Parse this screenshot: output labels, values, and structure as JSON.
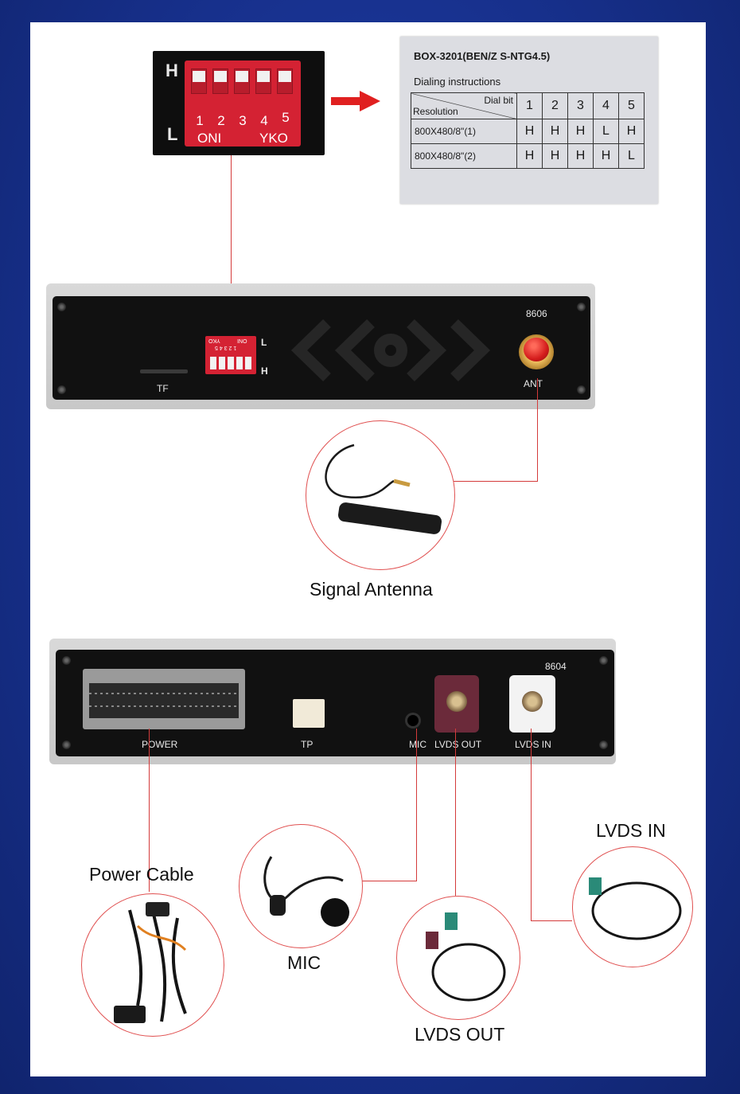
{
  "dip_photo": {
    "side_high": "H",
    "side_low": "L",
    "numbers": [
      "1",
      "2",
      "3",
      "4",
      "5"
    ],
    "on_label": "ONI",
    "off_label": "YKO"
  },
  "dial_table": {
    "title": "BOX-3201(BEN/Z S-NTG4.5)",
    "subtitle": "Dialing instructions",
    "corner_top": "Dial bit",
    "corner_bottom": "Resolution",
    "bits": [
      "1",
      "2",
      "3",
      "4",
      "5"
    ],
    "rows": [
      {
        "resolution": "800X480/8\"(1)",
        "values": [
          "H",
          "H",
          "H",
          "L",
          "H"
        ]
      },
      {
        "resolution": "800X480/8\"(2)",
        "values": [
          "H",
          "H",
          "H",
          "H",
          "L"
        ]
      }
    ]
  },
  "device_front": {
    "model": "8606",
    "tf_label": "TF",
    "ant_label": "ANT",
    "dip_l": "L",
    "dip_h": "H",
    "dip_small_numbers": "1 2 3 4 5",
    "dip_small_on": "ONI",
    "dip_small_off": "YKO"
  },
  "device_back": {
    "model": "8604",
    "power_label": "POWER",
    "tp_label": "TP",
    "mic_label": "MIC",
    "lvds_out_label": "LVDS OUT",
    "lvds_in_label": "LVDS IN"
  },
  "callouts": {
    "antenna": "Signal Antenna",
    "power_cable": "Power Cable",
    "mic": "MIC",
    "lvds_out": "LVDS OUT",
    "lvds_in": "LVDS IN"
  },
  "colors": {
    "background": "#17308c",
    "accent_red": "#e02020",
    "lead_line": "#d43b3b",
    "lvds_out_connector": "#6b2a3a",
    "lvds_in_connector": "#f3f3f3"
  }
}
